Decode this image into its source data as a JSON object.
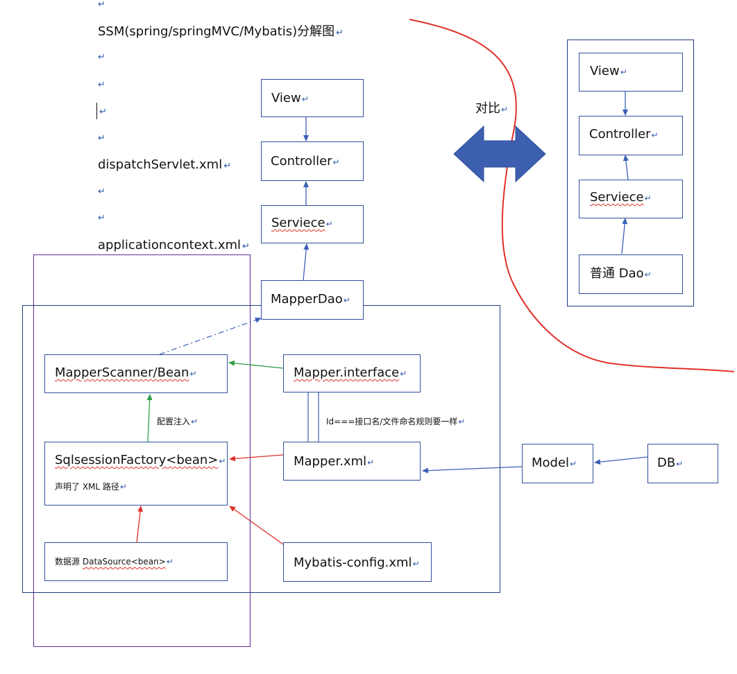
{
  "doc": {
    "title": "SSM(spring/springMVC/Mybatis)分解图",
    "para_mark": "↵",
    "dispatch_file": "dispatchServlet.xml",
    "app_context_file": "applicationcontext.xml"
  },
  "left_stack": {
    "view": "View",
    "controller": "Controller",
    "service": "Serviece",
    "mapper_dao": "MapperDao"
  },
  "compare": {
    "label": "对比"
  },
  "right_stack": {
    "view": "View",
    "controller": "Controller",
    "service": "Serviece",
    "dao": "普通 Dao"
  },
  "mybatis": {
    "mapper_scanner": "MapperScanner/Bean",
    "mapper_interface": "Mapper.interface",
    "inject_label": "配置注入",
    "id_rule": "Id===接口名/文件命名规则要一样",
    "session_factory": "SqlsessionFactory<bean>",
    "xml_path_note": "声明了 XML 路径",
    "mapper_xml": "Mapper.xml",
    "datasource_prefix": "数据源",
    "datasource": "DataSource<bean>",
    "config_xml": "Mybatis-config.xml"
  },
  "model": "Model",
  "db": "DB",
  "colors": {
    "box_border": "#2f4f9a",
    "blue_arrow": "#3a5fb8",
    "green_arrow": "#2f9e46",
    "red_arrow": "#e0302a",
    "purple_frame": "#5b2d8f",
    "navy_frame": "#1f3a7a",
    "double_arrow_fill": "#3d5fb0",
    "red_curve": "#e0302a"
  }
}
